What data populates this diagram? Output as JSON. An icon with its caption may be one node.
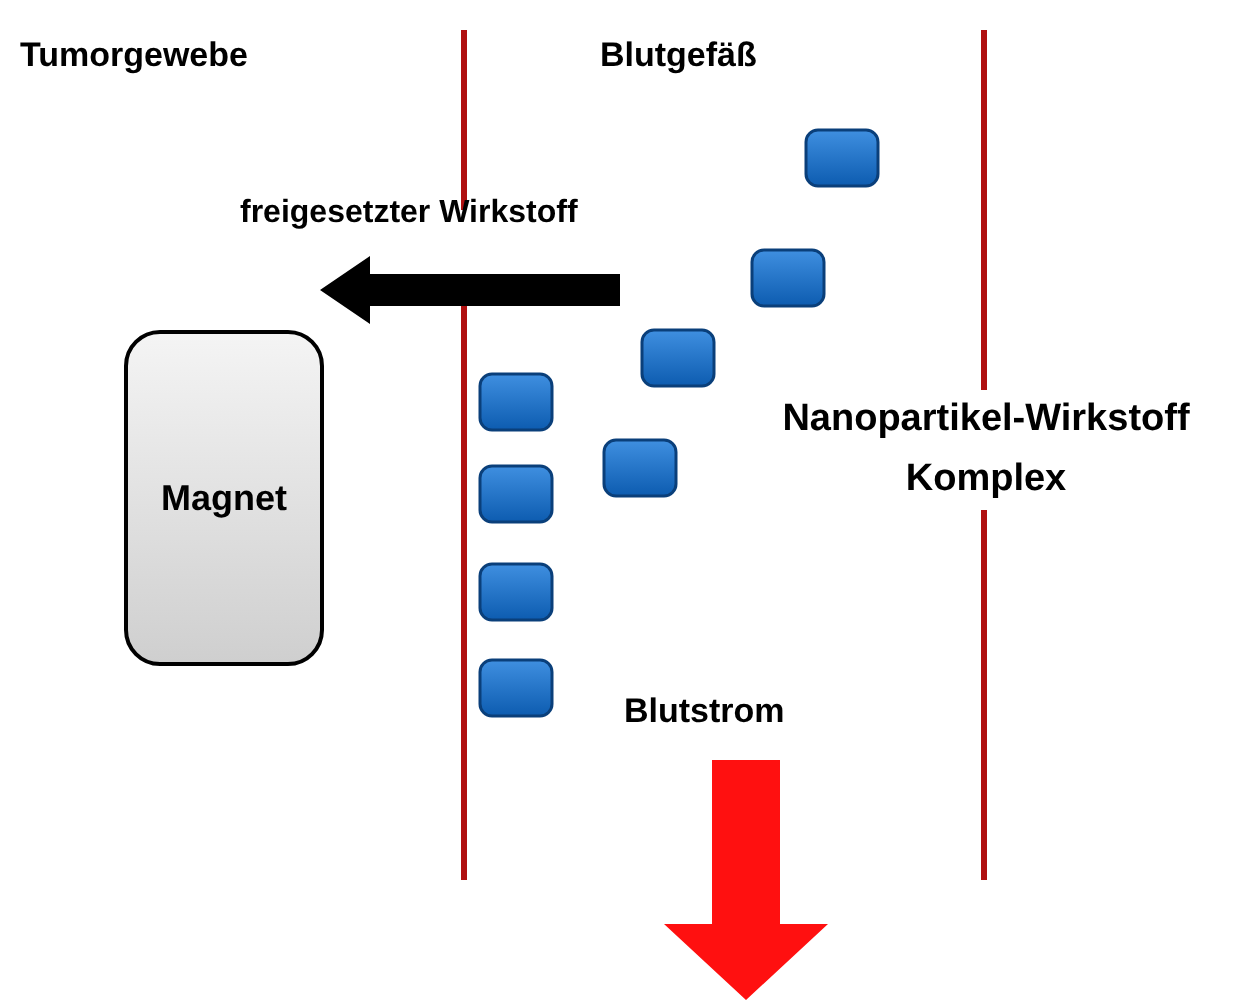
{
  "diagram": {
    "nodes": [
      {
        "text": [
          "Magnet"
        ]
      }
    ],
    "labels": [
      "Tumorgewebe",
      "Blutgefäß",
      "freigesetzter Wirkstoff",
      "Nanopartikel-Wirkstoff Komplex",
      "Blutstrom"
    ]
  }
}
